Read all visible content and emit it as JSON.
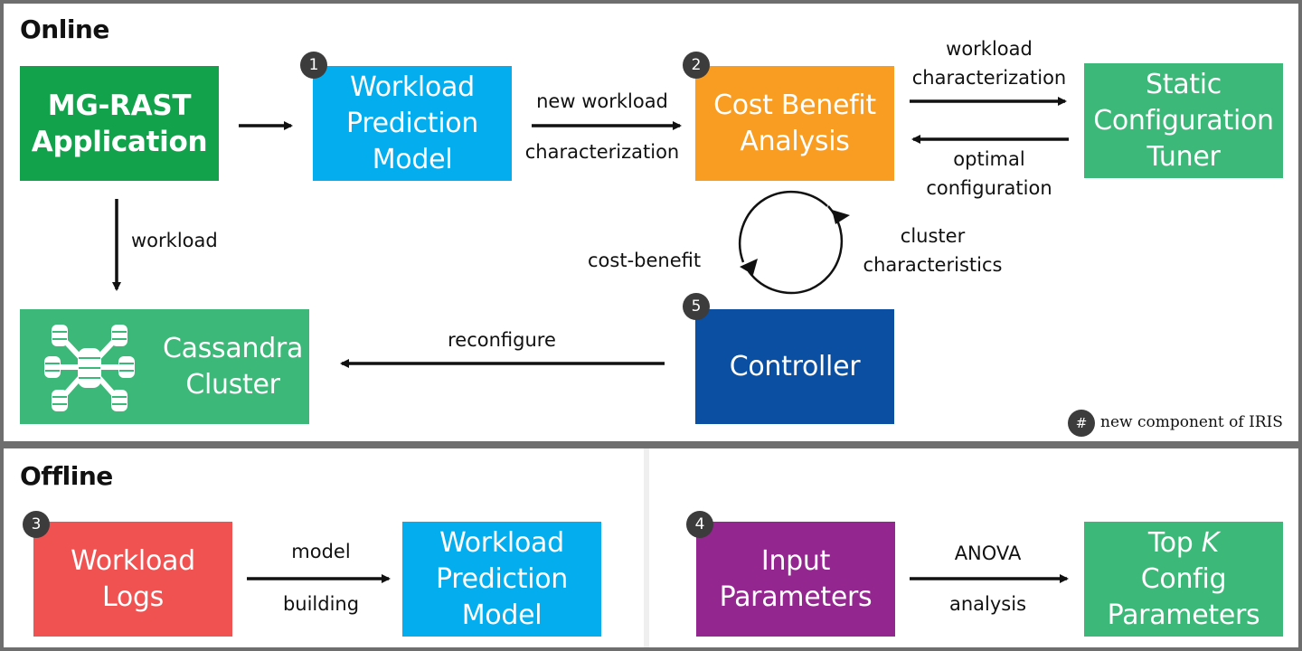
{
  "online": {
    "title": "Online",
    "boxes": {
      "mgrast": {
        "label": "MG-RAST\nApplication",
        "color": "#12a24b"
      },
      "wpm": {
        "label": "Workload\nPrediction\nModel",
        "color": "#04adee",
        "badge": "1"
      },
      "cba": {
        "label": "Cost Benefit\nAnalysis",
        "color": "#f99c22",
        "badge": "2"
      },
      "sct": {
        "label": "Static\nConfiguration\nTuner",
        "color": "#3cb878"
      },
      "cassandra": {
        "label": "Cassandra\nCluster",
        "color": "#3cb878",
        "icon": "database-cluster-icon"
      },
      "controller": {
        "label": "Controller",
        "color": "#0b4fa2",
        "badge": "5"
      }
    },
    "edges": {
      "new_workload": "new workload",
      "characterization": "characterization",
      "workload_char": "workload\ncharacterization",
      "optimal_config": "optimal\nconfiguration",
      "workload": "workload",
      "cost_benefit": "cost-benefit",
      "cluster_char": "cluster\ncharacteristics",
      "reconfigure": "reconfigure"
    },
    "legend": {
      "symbol": "#",
      "text": "new component of IRIS"
    }
  },
  "offline": {
    "title": "Offline",
    "boxes": {
      "logs": {
        "label": "Workload\nLogs",
        "color": "#f05252",
        "badge": "3"
      },
      "wpm2": {
        "label": "Workload\nPrediction\nModel",
        "color": "#04adee"
      },
      "input": {
        "label": "Input\nParameters",
        "color": "#93268f",
        "badge": "4"
      },
      "topk_line1": "Top ",
      "topk_k": "K",
      "topk_rest": "Config\nParameters",
      "topk_color": "#3cb878"
    },
    "edges": {
      "model": "model",
      "building": "building",
      "anova": "ANOVA",
      "analysis": "analysis"
    }
  }
}
